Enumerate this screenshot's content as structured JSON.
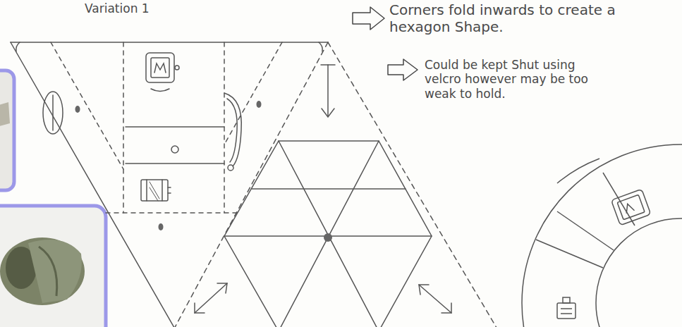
{
  "diagram": {
    "labels": [
      "Variation 1",
      "Corners fold inwards to create a hexagon Shape.",
      "Could be kept Shut using velcro however may be too weak to hold."
    ]
  }
}
